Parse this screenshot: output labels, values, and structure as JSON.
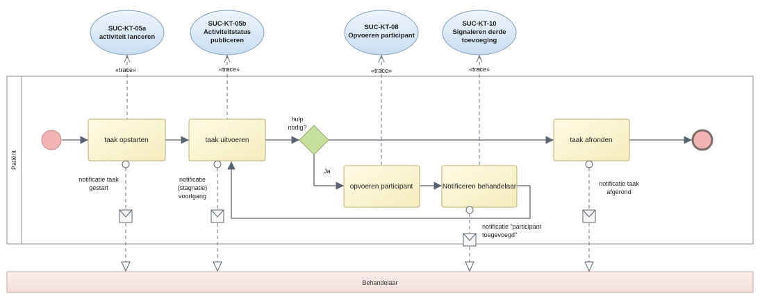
{
  "use_cases": [
    {
      "id": "SUC-KT-05a",
      "name": "activiteit lanceren"
    },
    {
      "id": "SUC-KT-05b",
      "name_line1": "Activiteitstatus",
      "name_line2": "publiceren"
    },
    {
      "id": "SUC-KT-08",
      "name": "Opvoeren participant"
    },
    {
      "id": "SUC-KT-10",
      "name_line1": "Signaleren derde",
      "name_line2": "toevoeging"
    }
  ],
  "trace_label": "«trace»",
  "pool": {
    "label": "Patiënt"
  },
  "lane_bottom": {
    "label": "Behandelaar"
  },
  "tasks": {
    "taak_opstarten": "taak opstarten",
    "taak_uitvoeren": "taak uitvoeren",
    "opvoeren_participant": "opvoeren participant",
    "notificeren_behandelaar": "Notificeren behandelaar",
    "taak_afronden": "taak afronden"
  },
  "gateway": {
    "line1": "hulp",
    "line2": "nodig?",
    "yes_label": "Ja"
  },
  "messages": {
    "m1_line1": "notificatie taak",
    "m1_line2": "gestart",
    "m2_line1": "notificatie",
    "m2_line2": "(stagnatie)",
    "m2_line3": "voortgang",
    "m3_line1": "notificatie \"participant",
    "m3_line2": "toegevoegd\"",
    "m4_line1": "notificatie taak",
    "m4_line2": "afgerond"
  },
  "colors": {
    "use_case_fill": "#d6e6f7",
    "task_fill": "#fbf6d4",
    "gateway_fill": "#c7e19c",
    "start_event_fill": "#f4b4b4",
    "lane_fill": "#f7e6e2",
    "line": "#5a6470"
  }
}
